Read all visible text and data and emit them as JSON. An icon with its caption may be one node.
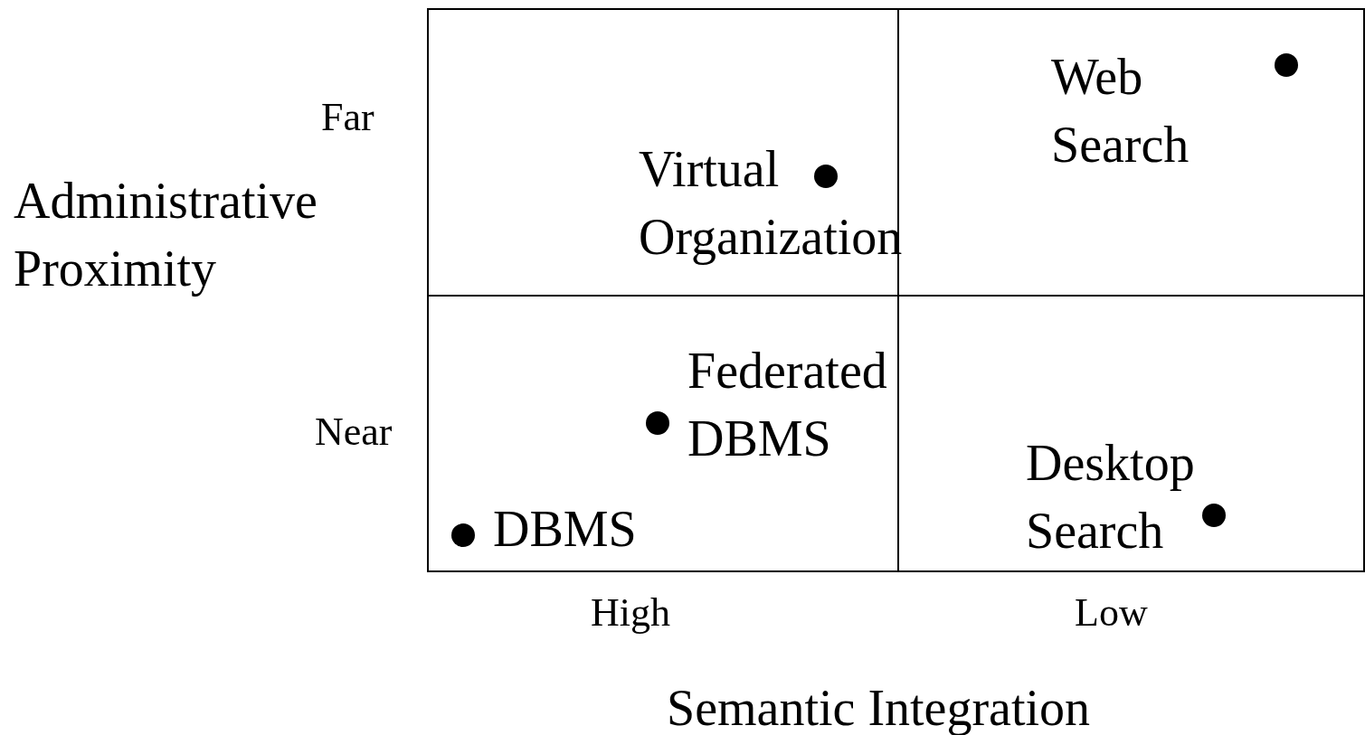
{
  "diagram": {
    "labels": [
      "Web Search",
      "Far",
      "Virtual Organization",
      "Administrative Proximity",
      "Federated DBMS",
      "Near",
      "Desktop Search",
      "DBMS",
      "High",
      "Low",
      "Semantic Integration"
    ]
  }
}
